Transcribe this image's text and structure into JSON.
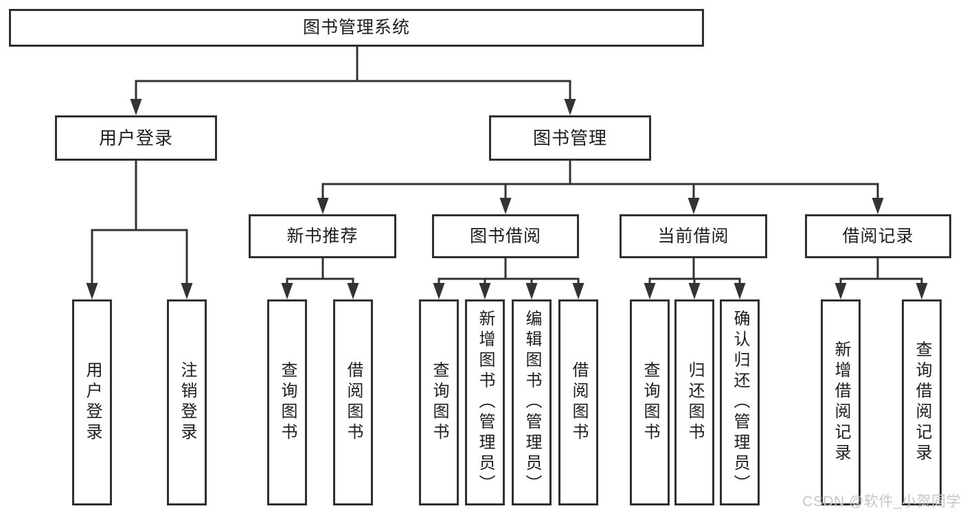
{
  "diagram": {
    "kind": "functional-structure-tree",
    "nodes": {
      "root": {
        "label": "图书管理系统"
      },
      "l2": [
        {
          "label": "用户登录"
        },
        {
          "label": "图书管理"
        }
      ],
      "l3": [
        {
          "label": "新书推荐"
        },
        {
          "label": "图书借阅"
        },
        {
          "label": "当前借阅"
        },
        {
          "label": "借阅记录"
        }
      ],
      "leaves": [
        {
          "label": "用户登录"
        },
        {
          "label": "注销登录"
        },
        {
          "label": "查询图书"
        },
        {
          "label": "借阅图书"
        },
        {
          "label": "查询图书"
        },
        {
          "label": "新增图书（管理员）"
        },
        {
          "label": "编辑图书（管理员）"
        },
        {
          "label": "借阅图书"
        },
        {
          "label": "查询图书"
        },
        {
          "label": "归还图书"
        },
        {
          "label": "确认归还（管理员）"
        },
        {
          "label": "新增借阅记录"
        },
        {
          "label": "查询借阅记录"
        }
      ]
    },
    "watermark": {
      "text": "CSDN @软件_小贺同学"
    },
    "colors": {
      "background": "#ffffff",
      "box_border": "#2f2f2f",
      "line": "#333333",
      "text": "#1d1d1d",
      "watermark": "#c6c6c6"
    }
  }
}
